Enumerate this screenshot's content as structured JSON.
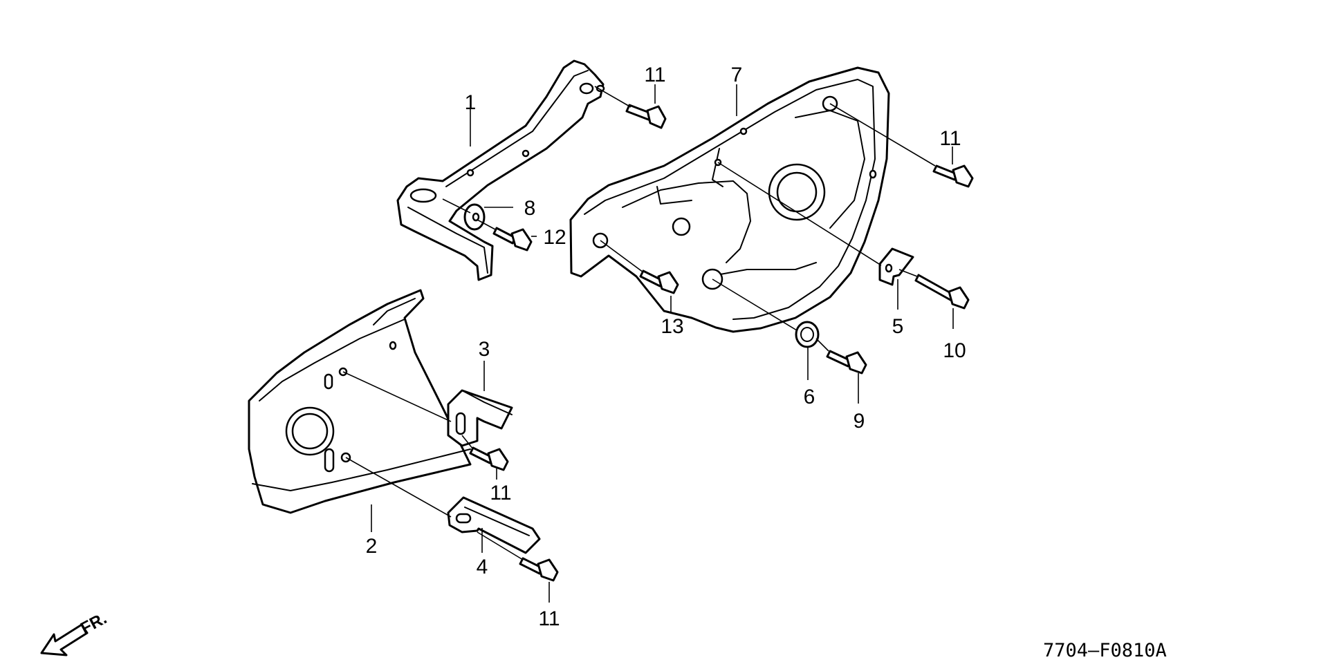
{
  "callouts": {
    "c1": "1",
    "c2": "2",
    "c3": "3",
    "c4": "4",
    "c5": "5",
    "c6": "6",
    "c7": "7",
    "c8": "8",
    "c9": "9",
    "c10": "10",
    "c11a": "11",
    "c11b": "11",
    "c11c": "11",
    "c11d": "11",
    "c12": "12",
    "c13": "13"
  },
  "direction_label": "FR.",
  "figure_code": "7704—F0810A"
}
